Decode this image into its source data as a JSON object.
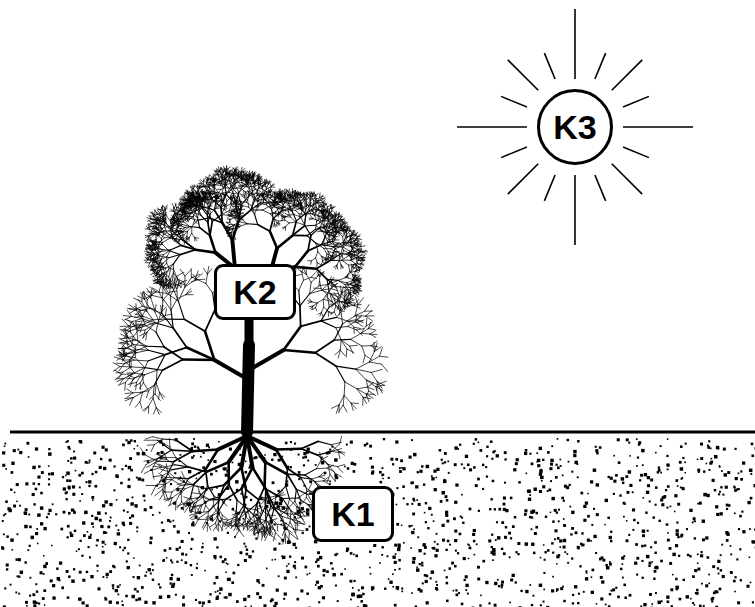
{
  "diagram": {
    "nodes": [
      {
        "text": [
          "K3"
        ]
      },
      {
        "text": [
          "K2"
        ]
      },
      {
        "text": [
          "K1"
        ]
      }
    ]
  }
}
